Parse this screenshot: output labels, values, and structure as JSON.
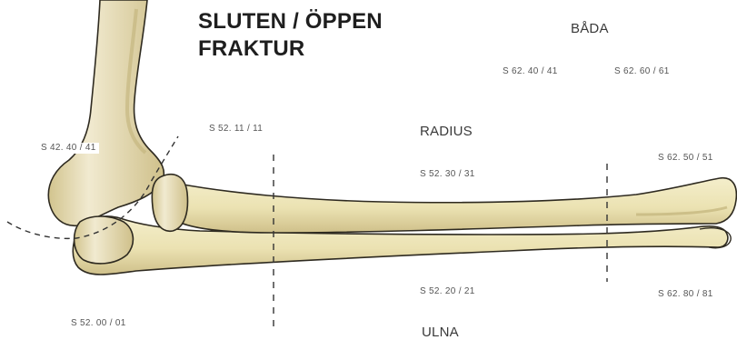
{
  "title": {
    "line1": "SLUTEN / ÖPPEN",
    "line2": "FRAKTUR"
  },
  "sections": {
    "bada": "BÅDA",
    "radius": "RADIUS",
    "ulna": "ULNA"
  },
  "codes": {
    "bada_left": "S 62. 40 / 41",
    "bada_right": "S 62. 60 / 61",
    "humerus_distal": "S 42. 40 / 41",
    "upper_proximal": "S 52. 11 / 11",
    "radius_shaft": "S 52. 30 / 31",
    "radius_distal": "S 62. 50 / 51",
    "ulna_shaft": "S 52. 20 / 21",
    "ulna_distal": "S 62. 80 / 81",
    "olecranon": "S 52. 00 / 01"
  },
  "colors": {
    "bone_fill": "#ece4b6",
    "bone_shade": "#cdbf86",
    "bone_outline": "#2e2a20",
    "dashed_line": "#333333",
    "text": "#2a2a2a"
  }
}
